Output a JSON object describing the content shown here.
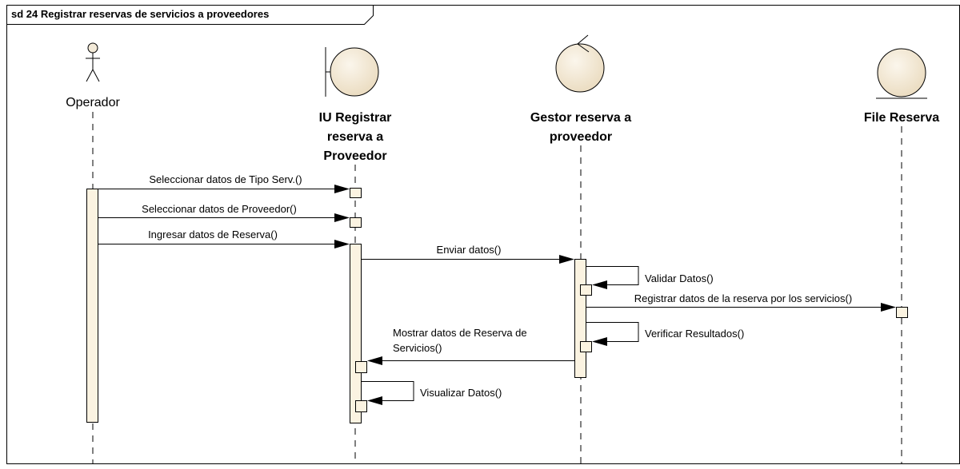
{
  "frame": {
    "title": "sd 24 Registrar reservas de servicios a proveedores"
  },
  "participants": {
    "operador": {
      "label": "Operador"
    },
    "iu": {
      "lines": [
        "IU Registrar",
        "reserva a",
        "Proveedor"
      ]
    },
    "gestor": {
      "lines": [
        "Gestor reserva a",
        "proveedor"
      ]
    },
    "file": {
      "label": "File Reserva"
    }
  },
  "messages": {
    "m1": "Seleccionar datos de Tipo Serv.()",
    "m2": "Seleccionar datos de Proveedor()",
    "m3": "Ingresar datos de Reserva()",
    "m4": "Enviar datos()",
    "m5": "Validar Datos()",
    "m6": "Registrar datos de la reserva por los servicios()",
    "m7": "Verificar Resultados()",
    "m8": [
      "Mostrar datos de Reserva de",
      "Servicios()"
    ],
    "m9": "Visualizar Datos()"
  }
}
